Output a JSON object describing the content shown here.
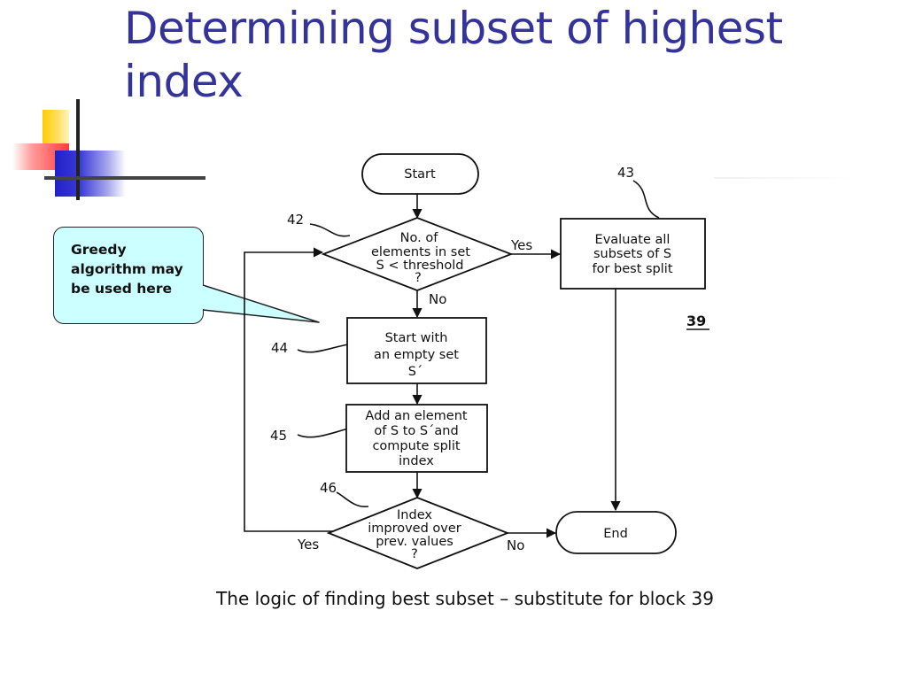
{
  "slide": {
    "title": "Determining subset of highest index",
    "caption": "The logic of finding best subset – substitute for block 39"
  },
  "callout": {
    "text": "Greedy\nalgorithm may\nbe used here"
  },
  "flowchart": {
    "start": "Start",
    "decision_42": [
      "No. of",
      "elements in set",
      "S < threshold",
      "?"
    ],
    "yes_label": "Yes",
    "no_label": "No",
    "box_43": [
      "Evaluate all",
      "subsets of S",
      "for best split"
    ],
    "box_44": [
      "Start with",
      "an empty set",
      "S´"
    ],
    "box_45": [
      "Add an element",
      "of S to S´and",
      "compute split",
      "index"
    ],
    "decision_46": [
      "Index",
      "improved over",
      "prev. values",
      "?"
    ],
    "end": "End",
    "refs": {
      "r42": "42",
      "r43": "43",
      "r44": "44",
      "r45": "45",
      "r46": "46",
      "r39": "39"
    }
  },
  "colors": {
    "title": "#333399",
    "callout_fill": "#ccffff"
  }
}
